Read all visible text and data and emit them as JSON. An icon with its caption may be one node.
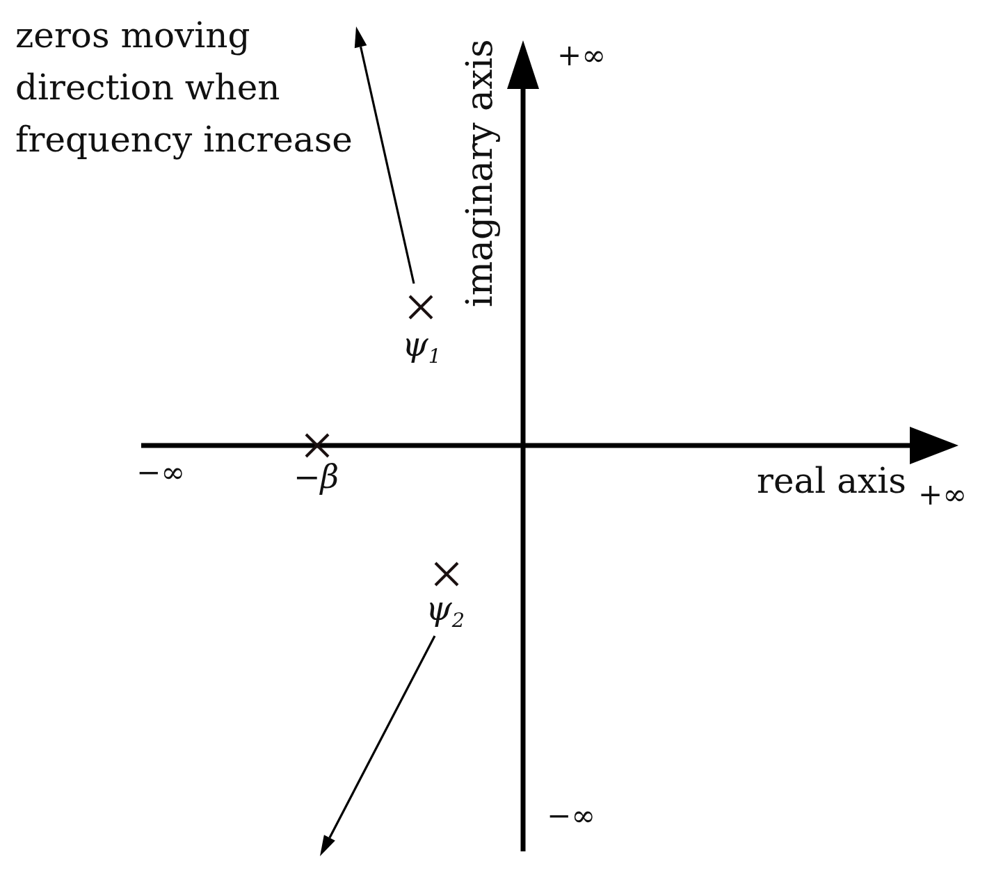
{
  "diagram": {
    "labels": [
      "zeros moving direction when frequency increase",
      "imaginary axis",
      "+∞",
      "ψ$_{1}$",
      "−∞",
      "−*β*",
      "real axis",
      "+∞",
      "ψ$_{2}$",
      "−∞"
    ]
  }
}
